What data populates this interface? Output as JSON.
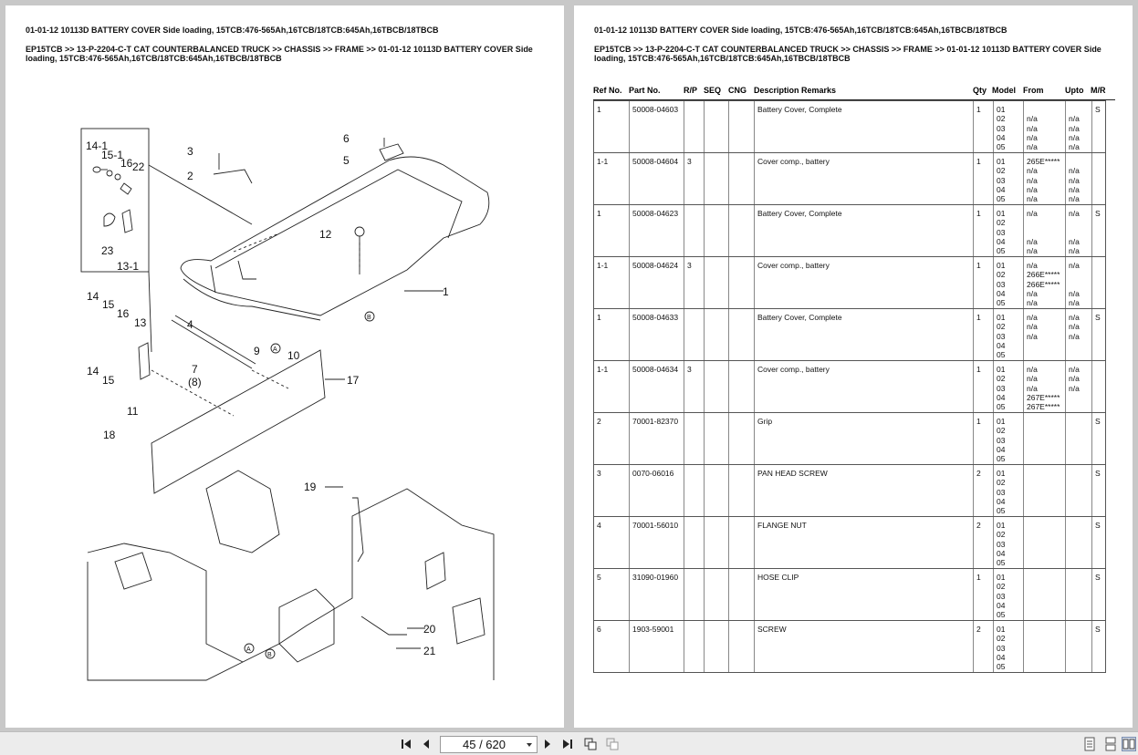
{
  "left_page": {
    "title": "01-01-12 10113D BATTERY COVER Side loading, 15TCB:476-565Ah,16TCB/18TCB:645Ah,16TBCB/18TBCB",
    "breadcrumb": "EP15TCB >> 13-P-2204-C-T CAT COUNTERBALANCED TRUCK >> CHASSIS >> FRAME >> 01-01-12 10113D BATTERY COVER Side loading, 15TCB:476-565Ah,16TCB/18TCB:645Ah,16TBCB/18TBCB",
    "diagram_callouts": [
      "14-1",
      "15-1",
      "16",
      "22",
      "23",
      "13-1",
      "3",
      "2",
      "6",
      "5",
      "12",
      "1",
      "14",
      "15",
      "16",
      "13",
      "4",
      "9",
      "10",
      "7",
      "(8)",
      "14",
      "15",
      "17",
      "11",
      "18",
      "19",
      "20",
      "21",
      "A",
      "B",
      "A",
      "B"
    ]
  },
  "right_page": {
    "title": "01-01-12 10113D BATTERY COVER Side loading, 15TCB:476-565Ah,16TCB/18TCB:645Ah,16TBCB/18TBCB",
    "breadcrumb": "EP15TCB >> 13-P-2204-C-T CAT COUNTERBALANCED TRUCK >> CHASSIS >> FRAME >> 01-01-12 10113D BATTERY COVER Side loading, 15TCB:476-565Ah,16TCB/18TCB:645Ah,16TBCB/18TBCB",
    "columns": [
      "Ref No.",
      "Part No.",
      "R/P",
      "SEQ",
      "CNG",
      "Description Remarks",
      "Qty",
      "Model",
      "From",
      "Upto",
      "M/R"
    ],
    "rows": [
      {
        "ref": "1",
        "part": "50008-04603",
        "rp": "",
        "desc": "Battery Cover, Complete",
        "qty": "1",
        "models": [
          "01",
          "02",
          "03",
          "04",
          "05"
        ],
        "from": [
          "",
          "n/a",
          "n/a",
          "n/a",
          "n/a"
        ],
        "upto": [
          "",
          "n/a",
          "n/a",
          "n/a",
          "n/a"
        ],
        "mr": "S"
      },
      {
        "ref": "1-1",
        "part": "50008-04604",
        "rp": "3",
        "desc": "Cover comp., battery",
        "qty": "1",
        "models": [
          "01",
          "02",
          "03",
          "04",
          "05"
        ],
        "from": [
          "265E*****",
          "n/a",
          "n/a",
          "n/a",
          "n/a"
        ],
        "upto": [
          "",
          "n/a",
          "n/a",
          "n/a",
          "n/a"
        ],
        "mr": ""
      },
      {
        "ref": "1",
        "part": "50008-04623",
        "rp": "",
        "desc": "Battery Cover, Complete",
        "qty": "1",
        "models": [
          "01",
          "02",
          "03",
          "04",
          "05"
        ],
        "from": [
          "n/a",
          "",
          "",
          "n/a",
          "n/a"
        ],
        "upto": [
          "n/a",
          "",
          "",
          "n/a",
          "n/a"
        ],
        "mr": "S"
      },
      {
        "ref": "1-1",
        "part": "50008-04624",
        "rp": "3",
        "desc": "Cover comp., battery",
        "qty": "1",
        "models": [
          "01",
          "02",
          "03",
          "04",
          "05"
        ],
        "from": [
          "n/a",
          "266E*****",
          "266E*****",
          "n/a",
          "n/a"
        ],
        "upto": [
          "n/a",
          "",
          "",
          "n/a",
          "n/a"
        ],
        "mr": ""
      },
      {
        "ref": "1",
        "part": "50008-04633",
        "rp": "",
        "desc": "Battery Cover, Complete",
        "qty": "1",
        "models": [
          "01",
          "02",
          "03",
          "04",
          "05"
        ],
        "from": [
          "n/a",
          "n/a",
          "n/a",
          "",
          ""
        ],
        "upto": [
          "n/a",
          "n/a",
          "n/a",
          "",
          ""
        ],
        "mr": "S"
      },
      {
        "ref": "1-1",
        "part": "50008-04634",
        "rp": "3",
        "desc": "Cover comp., battery",
        "qty": "1",
        "models": [
          "01",
          "02",
          "03",
          "04",
          "05"
        ],
        "from": [
          "n/a",
          "n/a",
          "n/a",
          "267E*****",
          "267E*****"
        ],
        "upto": [
          "n/a",
          "n/a",
          "n/a",
          "",
          ""
        ],
        "mr": ""
      },
      {
        "ref": "2",
        "part": "70001-82370",
        "rp": "",
        "desc": "Grip",
        "qty": "1",
        "models": [
          "01",
          "02",
          "03",
          "04",
          "05"
        ],
        "from": [
          "",
          "",
          "",
          "",
          ""
        ],
        "upto": [
          "",
          "",
          "",
          "",
          ""
        ],
        "mr": "S"
      },
      {
        "ref": "3",
        "part": "0070-06016",
        "rp": "",
        "desc": "PAN HEAD SCREW",
        "qty": "2",
        "models": [
          "01",
          "02",
          "03",
          "04",
          "05"
        ],
        "from": [
          "",
          "",
          "",
          "",
          ""
        ],
        "upto": [
          "",
          "",
          "",
          "",
          ""
        ],
        "mr": "S"
      },
      {
        "ref": "4",
        "part": "70001-56010",
        "rp": "",
        "desc": "FLANGE NUT",
        "qty": "2",
        "models": [
          "01",
          "02",
          "03",
          "04",
          "05"
        ],
        "from": [
          "",
          "",
          "",
          "",
          ""
        ],
        "upto": [
          "",
          "",
          "",
          "",
          ""
        ],
        "mr": "S"
      },
      {
        "ref": "5",
        "part": "31090-01960",
        "rp": "",
        "desc": "HOSE CLIP",
        "qty": "1",
        "models": [
          "01",
          "02",
          "03",
          "04",
          "05"
        ],
        "from": [
          "",
          "",
          "",
          "",
          ""
        ],
        "upto": [
          "",
          "",
          "",
          "",
          ""
        ],
        "mr": "S"
      },
      {
        "ref": "6",
        "part": "1903-59001",
        "rp": "",
        "desc": "SCREW",
        "qty": "2",
        "models": [
          "01",
          "02",
          "03",
          "04",
          "05"
        ],
        "from": [
          "",
          "",
          "",
          "",
          ""
        ],
        "upto": [
          "",
          "",
          "",
          "",
          ""
        ],
        "mr": "S"
      }
    ]
  },
  "toolbar": {
    "page_display": "45 / 620",
    "icons": [
      "first-page-icon",
      "prev-page-icon",
      "next-page-icon",
      "last-page-icon",
      "facing-pages-icon",
      "continuous-icon",
      "single-page-view-icon",
      "scroll-view-icon",
      "two-page-view-icon"
    ]
  }
}
